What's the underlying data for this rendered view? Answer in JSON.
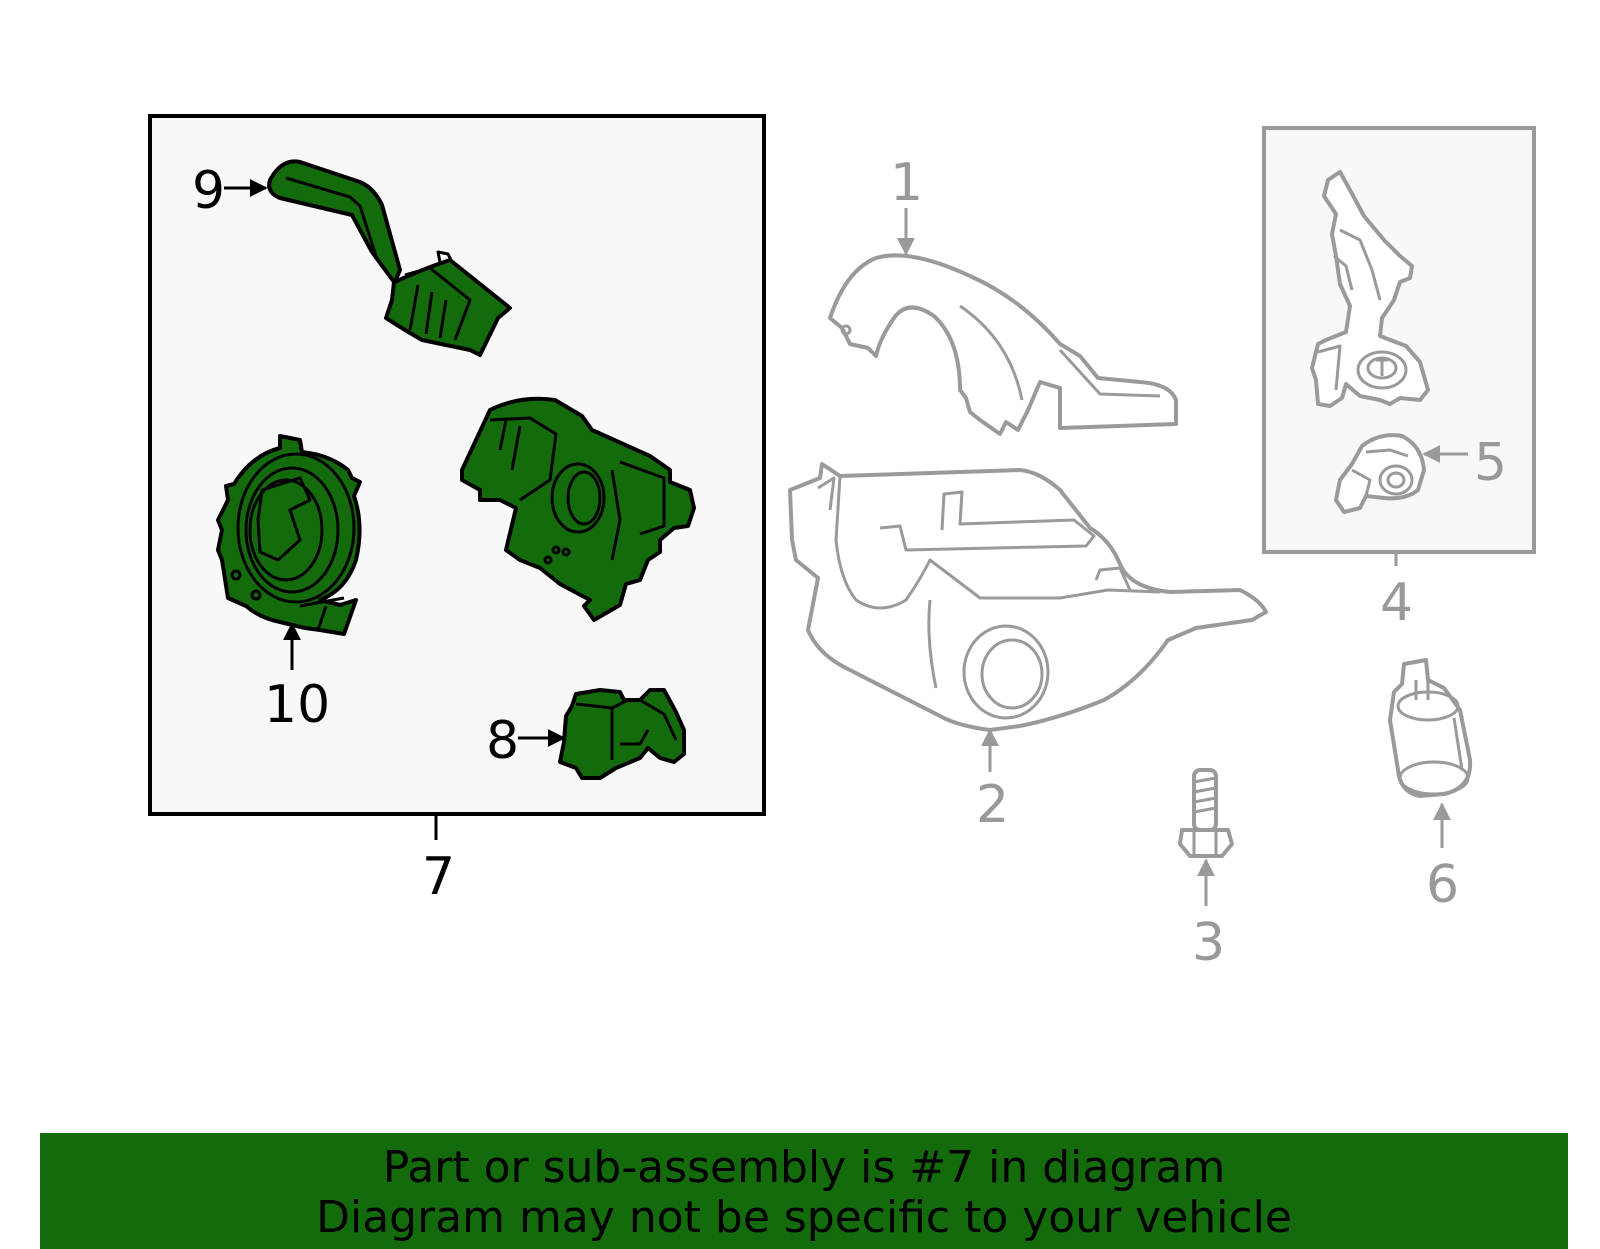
{
  "callouts": {
    "c1": "1",
    "c2": "2",
    "c3": "3",
    "c4": "4",
    "c5": "5",
    "c6": "6",
    "c7": "7",
    "c8": "8",
    "c9": "9",
    "c10": "10"
  },
  "footer": {
    "line1": "Part or sub-assembly is #7 in diagram",
    "line2": "Diagram may not be specific to your vehicle"
  },
  "colors": {
    "highlight": "#146b0c",
    "outline_grey": "#9a9a9a",
    "callout_grey": "#999999",
    "group_box_fill": "#f8f8f8"
  }
}
